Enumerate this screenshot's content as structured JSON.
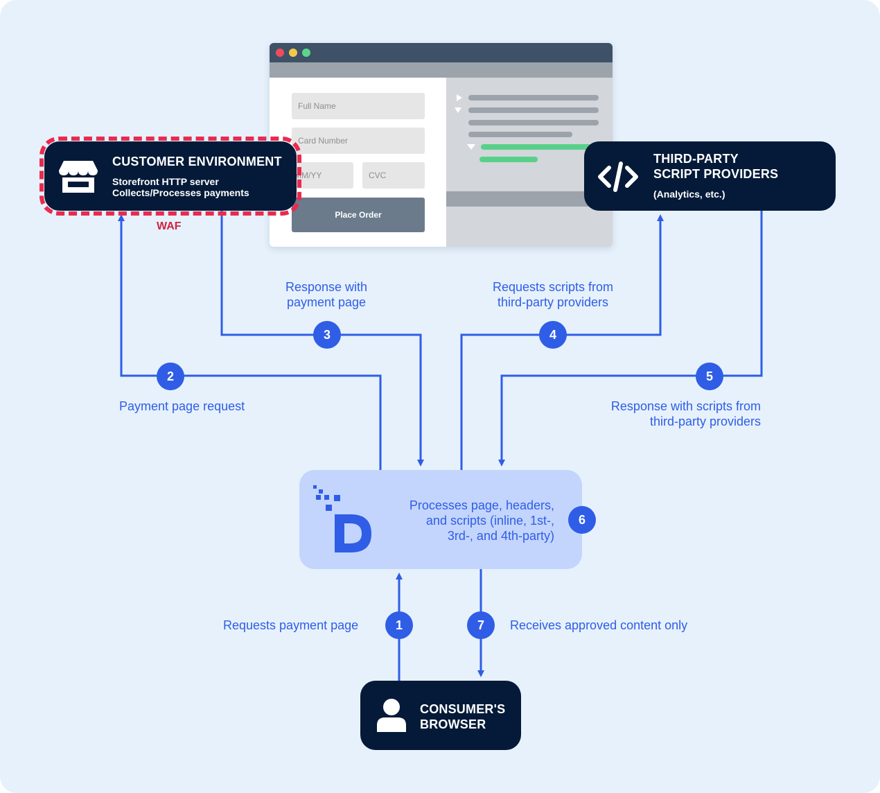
{
  "colors": {
    "background": "#e6f1fc",
    "node_dark": "#041a38",
    "accent_blue": "#2f5de6",
    "waf_red": "#ea2a4e",
    "engine_box": "#c3d5fd"
  },
  "customer": {
    "title": "CUSTOMER ENVIRONMENT",
    "line1": "Storefront HTTP server",
    "line2": "Collects/Processes payments",
    "icon": "storefront-icon",
    "waf_label": "WAF"
  },
  "third_party": {
    "title_line1": "THIRD-PARTY",
    "title_line2": "SCRIPT PROVIDERS",
    "subtitle": "(Analytics, etc.)",
    "icon": "code-icon"
  },
  "consumer": {
    "title_line1": "CONSUMER'S",
    "title_line2": "BROWSER",
    "icon": "user-icon"
  },
  "engine": {
    "line1": "Processes page, headers,",
    "line2": "and scripts (inline, 1st-,",
    "line3": "3rd-, and 4th-party)",
    "icon": "d-logo-icon"
  },
  "browser_mock": {
    "full_name_placeholder": "Full Name",
    "card_number_placeholder": "Card Number",
    "expiry_placeholder": "MM/YY",
    "cvc_placeholder": "CVC",
    "place_order_label": "Place Order"
  },
  "steps": [
    {
      "number": "1",
      "label": "Requests payment page"
    },
    {
      "number": "2",
      "label": "Payment page request"
    },
    {
      "number": "3",
      "label_line1": "Response with",
      "label_line2": "payment page"
    },
    {
      "number": "4",
      "label_line1": "Requests scripts from",
      "label_line2": "third-party providers"
    },
    {
      "number": "5",
      "label_line1": "Response with scripts from",
      "label_line2": "third-party providers"
    },
    {
      "number": "6"
    },
    {
      "number": "7",
      "label": "Receives approved content only"
    }
  ]
}
